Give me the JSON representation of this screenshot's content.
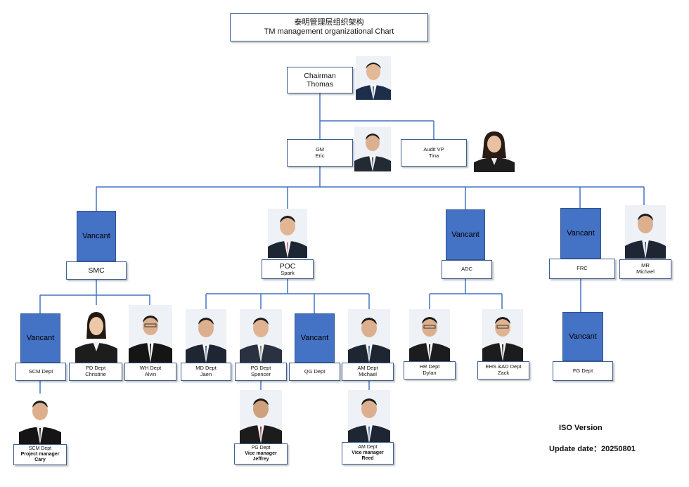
{
  "title": {
    "zh": "泰明管理层组织架构",
    "en": "TM management organizational Chart"
  },
  "nodes": {
    "chairman": {
      "role": "Chairman",
      "name": "Thomas"
    },
    "gm": {
      "role": "GM",
      "name": "Eric"
    },
    "audit": {
      "role": "Audit VP",
      "name": "Tina"
    },
    "smc": {
      "role": "SMC"
    },
    "poc": {
      "role": "POC",
      "name": "Spark"
    },
    "adc": {
      "role": "ADC"
    },
    "frc": {
      "role": "FRC"
    },
    "mr": {
      "role": "MR",
      "name": "Michael"
    },
    "scm": {
      "role": "SCM Dept"
    },
    "pd": {
      "role": "PD Dept",
      "name": "Christine"
    },
    "wh": {
      "role": "WH Dept",
      "name": "Alvin"
    },
    "md": {
      "role": "MD Dept",
      "name": "Jaen"
    },
    "pg": {
      "role": "PG Dept",
      "name": "Spencer"
    },
    "qg": {
      "role": "QG Dept"
    },
    "am": {
      "role": "AM Dept",
      "name": "Michael"
    },
    "hr": {
      "role": "HR Dept",
      "name": "Dylan"
    },
    "ehs": {
      "role": "EHS &AD  Dept",
      "name": "Zack"
    },
    "fg": {
      "role": "FG Dept"
    },
    "scm_pm": {
      "role": "SCM Dept",
      "title": "Project manager",
      "name": "Cary"
    },
    "pg_vm": {
      "role": "PG Dept",
      "title": "Vice manager",
      "name": "Jeffrey"
    },
    "am_vm": {
      "role": "AM Dept",
      "title": "Vice manager",
      "name": "Reed"
    }
  },
  "vacant_label": "Vancant",
  "footer": {
    "version": "ISO Version",
    "update": "Update date：20250801"
  },
  "colors": {
    "line": "#4472c4",
    "vacant": "#4472c4",
    "border": "#3c5f95"
  },
  "icons": {
    "portrait": "person-portrait-icon"
  }
}
